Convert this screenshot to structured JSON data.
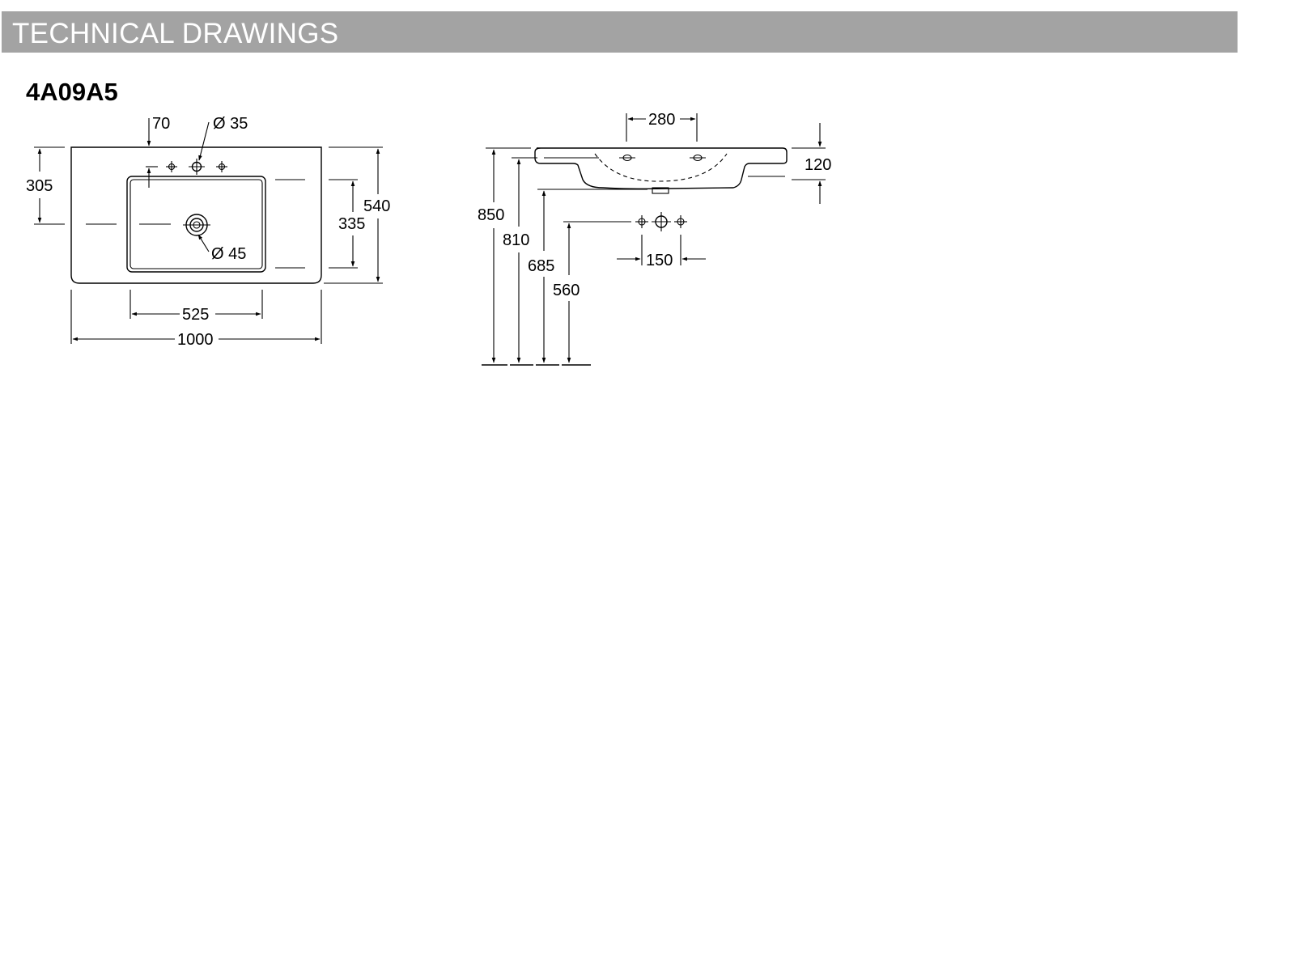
{
  "header": {
    "title": "TECHNICAL DRAWINGS"
  },
  "model": {
    "code": "4A09A5"
  },
  "plan_view": {
    "dimensions": {
      "tap_offset": "70",
      "tap_hole": "Ø 35",
      "depth_to_bowl": "305",
      "total_depth": "540",
      "bowl_depth": "335",
      "waste_hole": "Ø 45",
      "bowl_width": "525",
      "total_width": "1000"
    }
  },
  "side_view": {
    "dimensions": {
      "tap_spacing_top": "280",
      "basin_height": "120",
      "height_850": "850",
      "height_810": "810",
      "height_685": "685",
      "height_560": "560",
      "supply_spacing": "150"
    }
  },
  "colors": {
    "header_bg": "#a3a3a3",
    "header_text": "#ffffff",
    "line": "#000000"
  }
}
